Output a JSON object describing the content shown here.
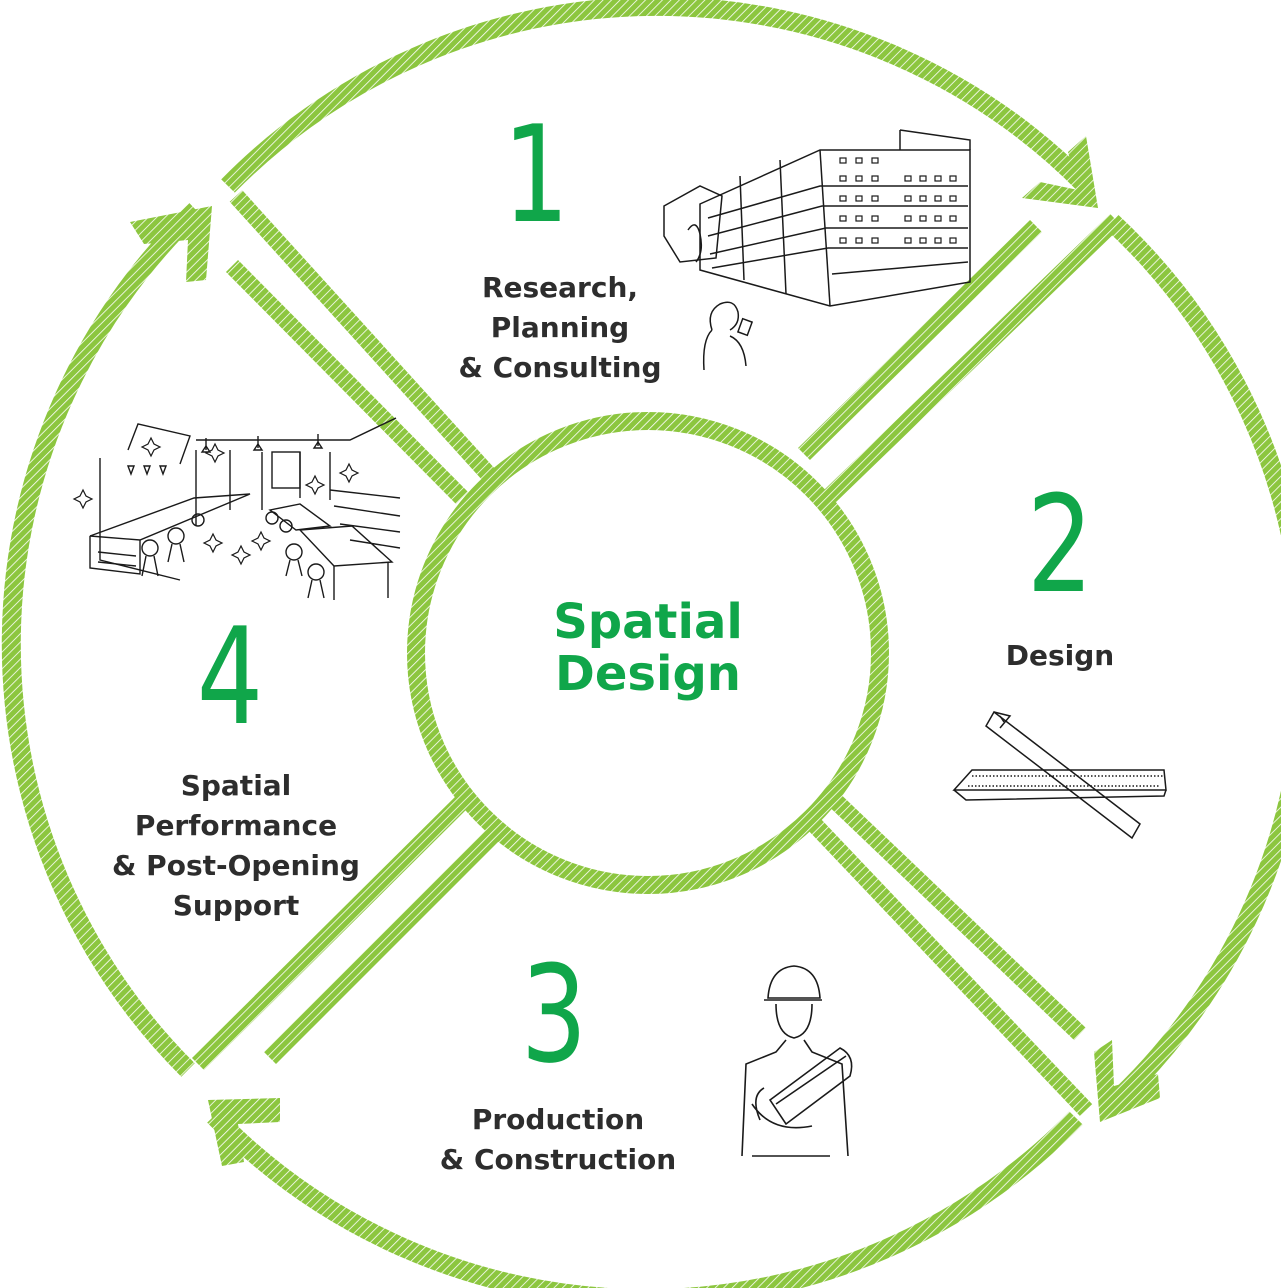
{
  "colors": {
    "ring": "#8cc63f",
    "ring_hatch": "#ffffff",
    "accent": "#10a64a",
    "text": "#2d2d2d",
    "line_art": "#1a1a1a"
  },
  "center": {
    "line1": "Spatial",
    "line2": "Design"
  },
  "steps": [
    {
      "number": "1",
      "lines": [
        "Research,",
        "Planning",
        "& Consulting"
      ],
      "illustration": "building-and-person-illustration"
    },
    {
      "number": "2",
      "lines": [
        "Design"
      ],
      "illustration": "pencil-and-scale-ruler-illustration"
    },
    {
      "number": "3",
      "lines": [
        "Production",
        "& Construction"
      ],
      "illustration": "construction-worker-illustration"
    },
    {
      "number": "4",
      "lines": [
        "Spatial",
        "Performance",
        "& Post-Opening",
        "Support"
      ],
      "illustration": "bar-interior-illustration"
    }
  ]
}
